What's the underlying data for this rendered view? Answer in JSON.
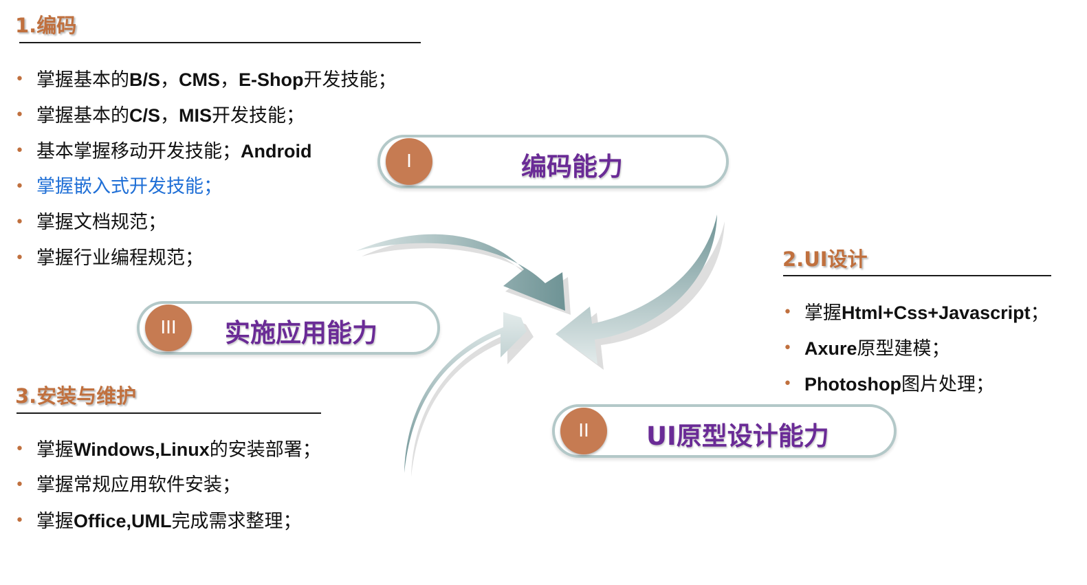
{
  "sections": {
    "coding": {
      "title": "1.编码",
      "items": [
        {
          "parts": [
            [
              "t",
              "掌握基本的"
            ],
            [
              "b",
              "B/S"
            ],
            [
              "t",
              "，"
            ],
            [
              "b",
              "CMS"
            ],
            [
              "t",
              "，"
            ],
            [
              "b",
              "E-Shop"
            ],
            [
              "t",
              "开发技能；"
            ]
          ]
        },
        {
          "parts": [
            [
              "t",
              "掌握基本的"
            ],
            [
              "b",
              "C/S"
            ],
            [
              "t",
              "，"
            ],
            [
              "b",
              "MIS"
            ],
            [
              "t",
              "开发技能；"
            ]
          ]
        },
        {
          "parts": [
            [
              "t",
              "基本掌握移动开发技能；"
            ],
            [
              "b",
              "Android"
            ]
          ]
        },
        {
          "parts": [
            [
              "t",
              "掌握嵌入式开发技能；"
            ]
          ],
          "highlight": true
        },
        {
          "parts": [
            [
              "t",
              "掌握文档规范；"
            ]
          ]
        },
        {
          "parts": [
            [
              "t",
              "掌握行业编程规范；"
            ]
          ]
        }
      ]
    },
    "ui": {
      "title": "2.UI设计",
      "items": [
        {
          "parts": [
            [
              "t",
              "掌握"
            ],
            [
              "b",
              "Html+Css+Javascript"
            ],
            [
              "t",
              "；"
            ]
          ]
        },
        {
          "parts": [
            [
              "b",
              "Axure"
            ],
            [
              "t",
              "原型建模；"
            ]
          ]
        },
        {
          "parts": [
            [
              "b",
              "Photoshop"
            ],
            [
              "t",
              "图片处理；"
            ]
          ]
        }
      ]
    },
    "install": {
      "title": "3.安装与维护",
      "items": [
        {
          "parts": [
            [
              "t",
              "掌握"
            ],
            [
              "b",
              "Windows,Linux"
            ],
            [
              "t",
              "的安装部署；"
            ]
          ]
        },
        {
          "parts": [
            [
              "t",
              "掌握常规应用软件安装；"
            ]
          ]
        },
        {
          "parts": [
            [
              "t",
              "掌握"
            ],
            [
              "b",
              "Office,UML"
            ],
            [
              "t",
              "完成需求整理；"
            ]
          ]
        }
      ]
    }
  },
  "bullet_char": "•",
  "capabilities": {
    "coding": {
      "numeral": "I",
      "label": "编码能力"
    },
    "ui": {
      "numeral": "II",
      "label": "UI原型设计能力"
    },
    "impl": {
      "numeral": "III",
      "label": "实施应用能力"
    }
  },
  "colors": {
    "title": "#c0703e",
    "bullet": "#c0703e",
    "highlight_text": "#1f6fd6",
    "pill_text": "#6a2b96",
    "pill_border": "#b3c8c8",
    "circle": "#c67b52",
    "arrow_dark": "#6e9395",
    "arrow_light": "#c9d8d8"
  }
}
